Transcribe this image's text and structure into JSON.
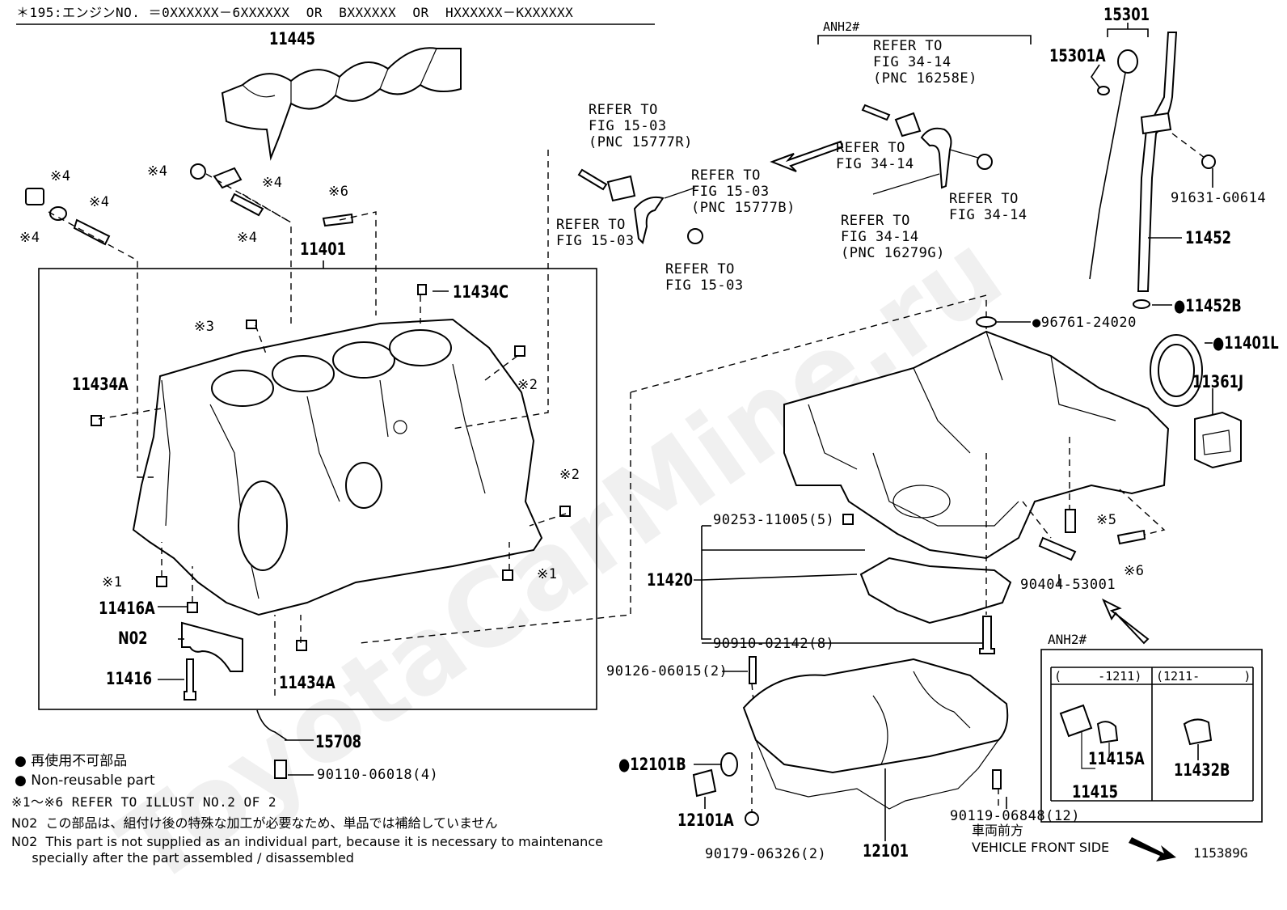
{
  "header": {
    "serial_note": "＊195:エンジンNO. ＝0XXXXXX－6XXXXXX  OR  BXXXXXX  OR  HXXXXXX－KXXXXXX"
  },
  "watermark": "ToyotaCarMine.ru",
  "parts": {
    "p11445": "11445",
    "p11401": "11401",
    "p11434C": "11434C",
    "p11434A_left": "11434A",
    "p11434A_bottom": "11434A",
    "p11416A": "11416A",
    "pN02": "N02",
    "p11416": "11416",
    "p15708": "15708",
    "p90110": "90110-06018(4)",
    "p15301": "15301",
    "p15301A": "15301A",
    "p91631": "91631-G0614",
    "p11452": "11452",
    "p11452B": "●11452B",
    "p96761": "●96761-24020",
    "p11401L": "●11401L",
    "p11361J": "11361J",
    "p90253": "90253-11005(5)",
    "p11420": "11420",
    "p90910": "90910-02142(8)",
    "p90404": "90404-53001",
    "p90126": "90126-06015(2)",
    "p12101B": "●12101B",
    "p12101A": "12101A",
    "p90179": "90179-06326(2)",
    "p12101": "12101",
    "p90119": "90119-06848(12)",
    "p11415A": "11415A",
    "p11415": "11415",
    "p11432B": "11432B",
    "code": "115389G"
  },
  "marks": {
    "m4a": "※4",
    "m4b": "※4",
    "m4c": "※4",
    "m4d": "※4",
    "m4e": "※4",
    "m4f": "※4",
    "m6a": "※6",
    "m6b": "※6",
    "m5": "※5",
    "m3": "※3",
    "m2a": "※2",
    "m2b": "※2",
    "m1a": "※1",
    "m1b": "※1"
  },
  "refs": {
    "r1503a": "REFER TO\nFIG 15-03\n(PNC 15777R)",
    "r1503b": "REFER TO\nFIG 15-03\n(PNC 15777B)",
    "r1503c": "REFER TO\nFIG 15-03",
    "r1503d": "REFER TO\nFIG 15-03",
    "anh_top": "ANH2#",
    "r3414a": "REFER TO\nFIG 34-14\n(PNC 16258E)",
    "r3414b": "REFER TO\nFIG 34-14",
    "r3414c": "REFER TO\nFIG 34-14",
    "r3414d": "REFER TO\nFIG 34-14\n(PNC 16279G)"
  },
  "inset": {
    "title": "ANH2#",
    "col1": "(     -1211)",
    "col2": "(1211-      )"
  },
  "direction": {
    "jp": "車両前方",
    "en": "VEHICLE FRONT SIDE"
  },
  "notes": {
    "line1": "● 再使用不可部品",
    "line2": "● Non-reusable part",
    "line3": "※1～※6 REFER TO ILLUST NO.2 OF 2",
    "line4": "N02  この部品は、組付け後の特殊な加工が必要なため、単品では補給していません",
    "line5": "N02  This part is not supplied as an individual part, because it is necessary to maintenance",
    "line6": "     specially after the part assembled / disassembled"
  }
}
